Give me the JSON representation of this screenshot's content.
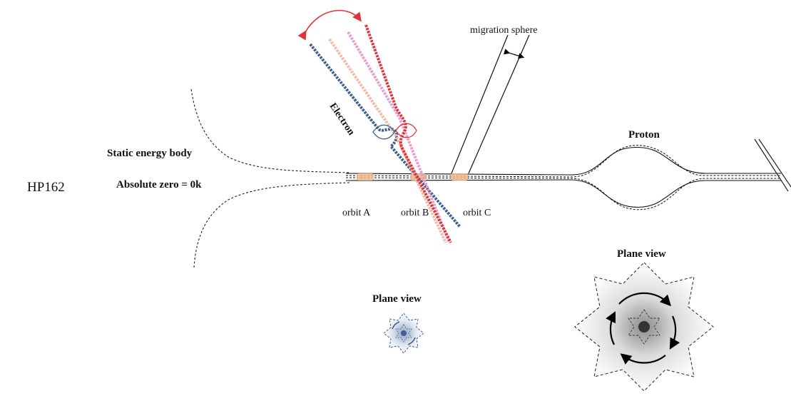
{
  "side_id": "HP162",
  "labels": {
    "migration_sphere": "migration sphere",
    "electron": "Electron",
    "static_energy_body": "Static energy body",
    "absolute_zero": "Absolute zero = 0k",
    "proton": "Proton",
    "orbit_a": "orbit A",
    "orbit_b": "orbit B",
    "orbit_c": "orbit C",
    "plane_view_small": "Plane view",
    "plane_view_large": "Plane view"
  },
  "colors": {
    "electron_blue": "#3f5f8f",
    "electron_peach": "#f4b9a6",
    "electron_pink": "#e99ccc",
    "electron_red": "#e0333b",
    "orbit_marker": "#f3b98a",
    "arrow_red": "#e0333b"
  }
}
